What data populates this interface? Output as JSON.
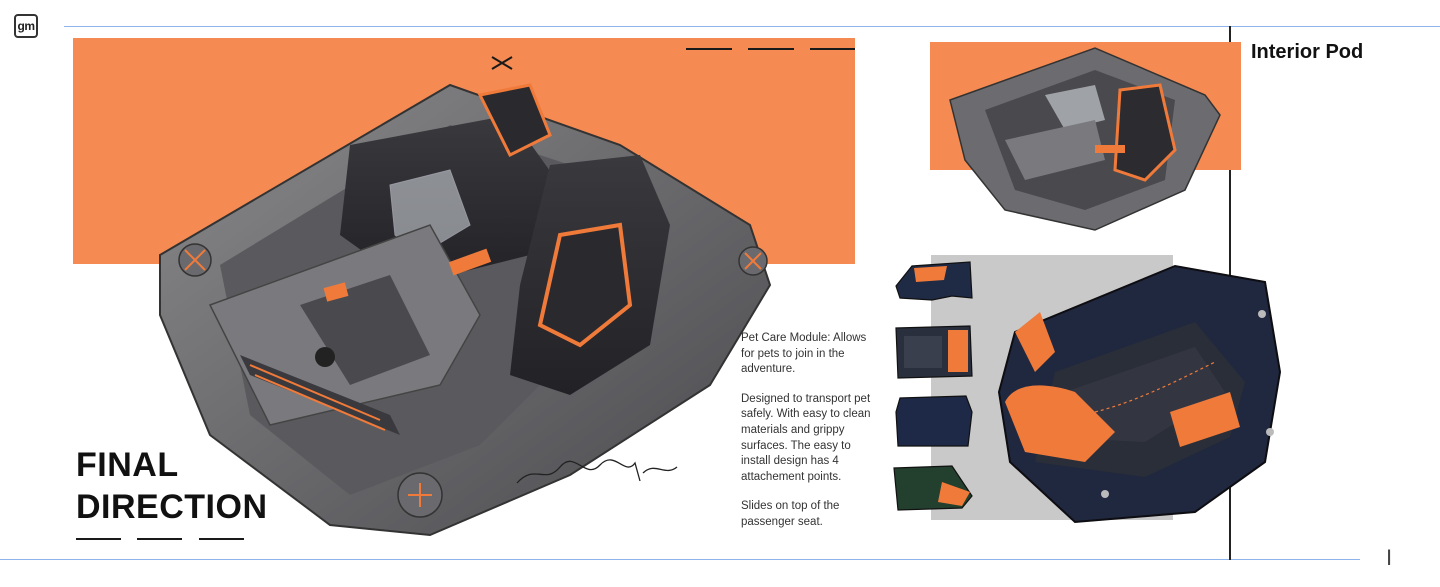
{
  "header": {
    "logo_text": "gm",
    "logo_icon": "gm-logo-icon"
  },
  "page": {
    "section_title": "Interior Pod",
    "title_line1": "FINAL",
    "title_line2": "DIRECTION"
  },
  "notes": {
    "paragraph1": "Pet Care Module: Allows for pets to join in the adventure.",
    "paragraph2": "Designed to transport pet safely. With easy to clean materials and grippy surfaces. The easy to install design has 4 attachement points.",
    "paragraph3": "Slides on top of the passenger seat."
  },
  "colors": {
    "accent": "#f58a52",
    "rule": "#8fb4ec",
    "dark": "#1a1a1a"
  },
  "images": {
    "main_sketch": "interior-pod-main-rendering",
    "top_view": "interior-pod-top-view",
    "module_views": [
      "pet-module-side-view",
      "pet-module-top-view",
      "pet-module-bottom-view",
      "pet-module-front-view"
    ],
    "module_large": "pet-care-module-large-rendering",
    "signature": "designer-signature"
  },
  "cursor": {
    "icon": "text-cursor-icon"
  }
}
